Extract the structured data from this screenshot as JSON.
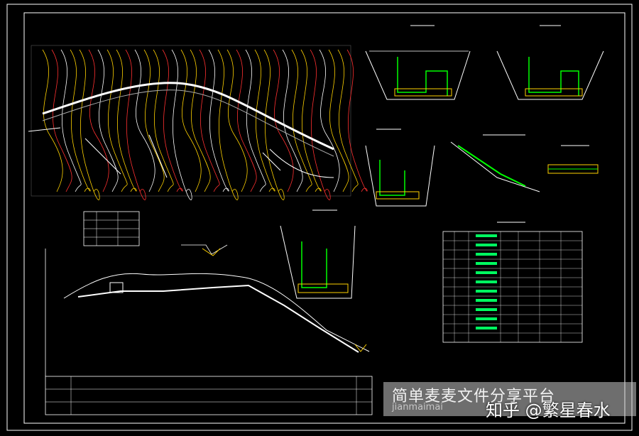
{
  "watermark": {
    "site_text": "简单麦麦文件分享平台",
    "url_text": "jianmaimai",
    "zhihu_text": "知乎 @繁星春水"
  },
  "drawing": {
    "line_color": "#ffffff",
    "contour_yellow": "#ffd200",
    "contour_red": "#ff3030",
    "accent_green": "#00ff60",
    "accent_magenta": "#ff40ff",
    "accent_cyan": "#40e0ff"
  }
}
